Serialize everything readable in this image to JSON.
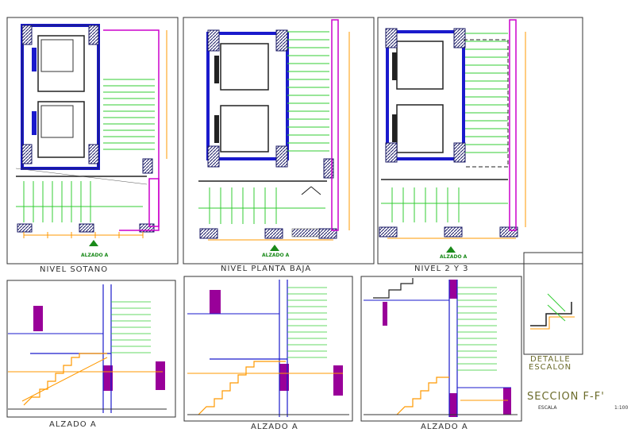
{
  "plans": [
    {
      "title": "NIVEL SOTANO",
      "elevation_tag": "ALZADO A"
    },
    {
      "title": "NIVEL PLANTA BAJA",
      "elevation_tag": "ALZADO A"
    },
    {
      "title": "NIVEL 2 Y 3",
      "elevation_tag": "ALZADO A"
    }
  ],
  "elevations": [
    {
      "title": "ALZADO A"
    },
    {
      "title": "ALZADO A"
    },
    {
      "title": "ALZADO A"
    }
  ],
  "detail": {
    "title_line1": "DETALLE",
    "title_line2": "ESCALON"
  },
  "section": {
    "title": "SECCION F-F'",
    "scale_label": "ESCALA",
    "scale_value": "1:100"
  },
  "colors": {
    "wall": "#1a1acc",
    "stair": "#33cc33",
    "dimension": "#ff9900",
    "accent": "#cc00cc",
    "column": "#990099",
    "hatch": "#1a1a66"
  }
}
